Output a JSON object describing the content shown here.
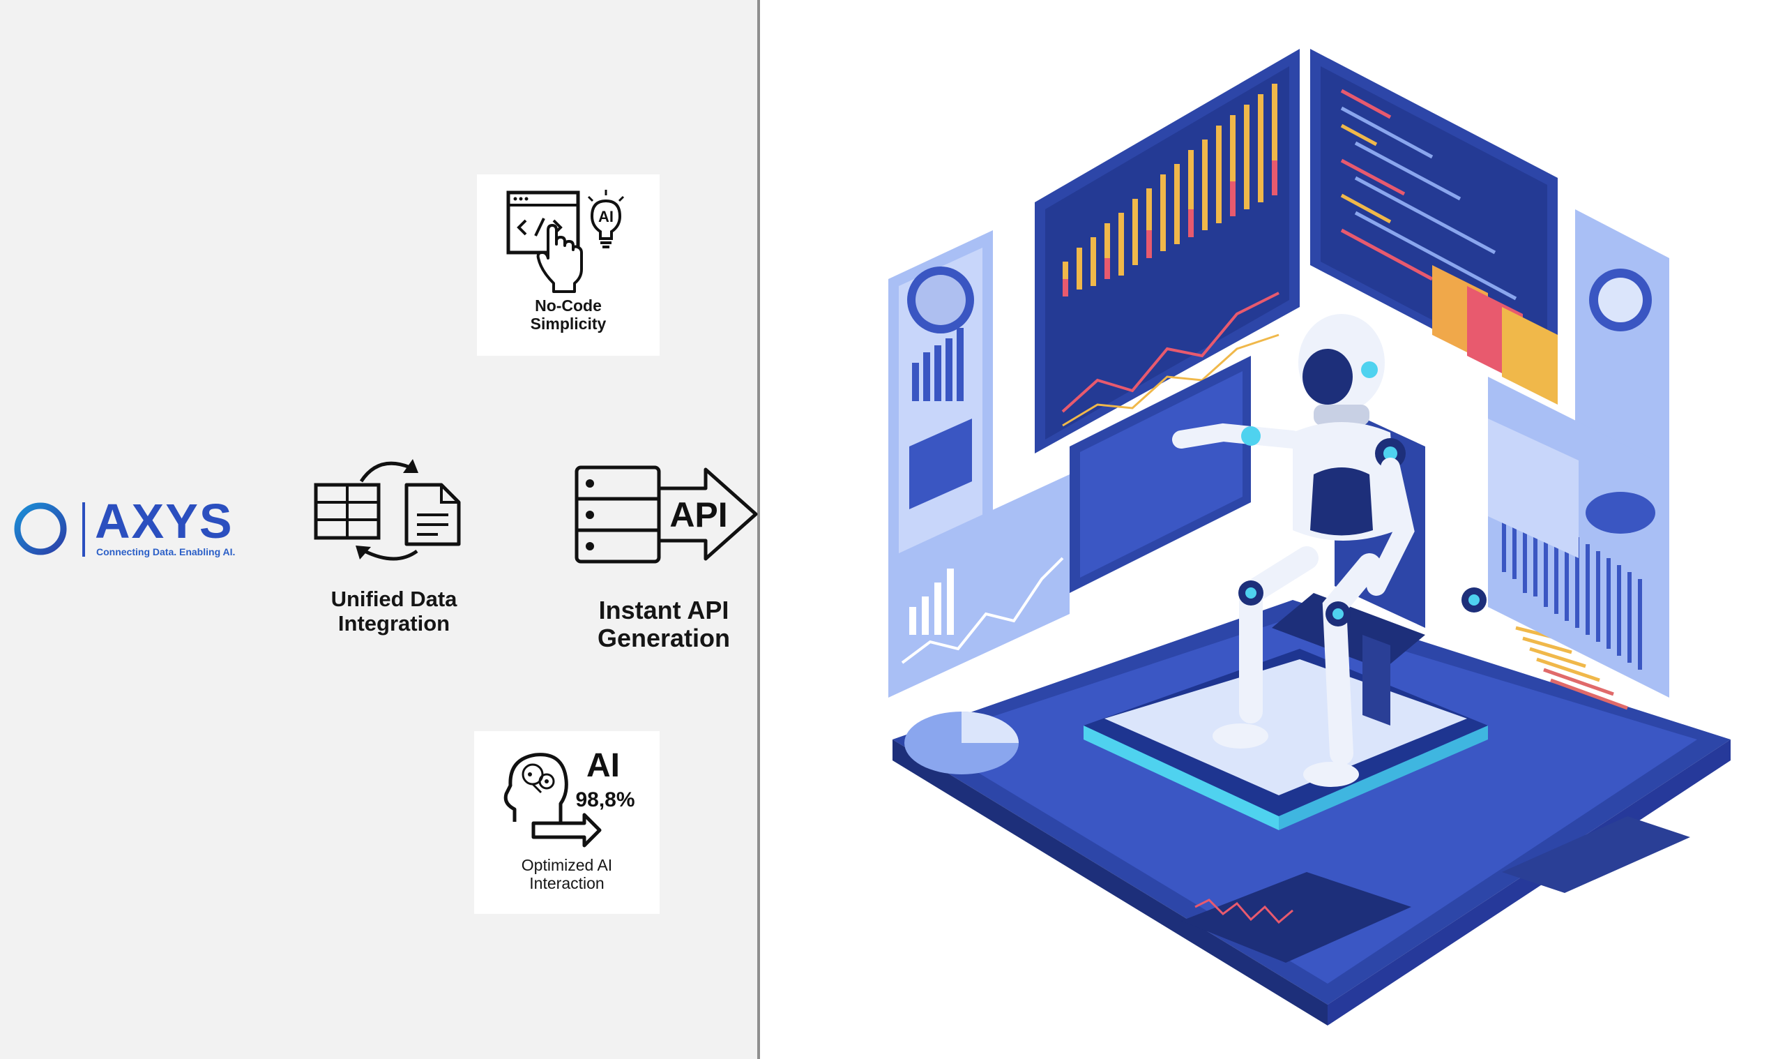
{
  "brand": {
    "name": "AXYS",
    "tagline": "Connecting Data. Enabling AI.",
    "color_primary": "#2b4fbf",
    "color_secondary": "#1b8fd6"
  },
  "features": {
    "no_code": {
      "line1": "No-Code",
      "line2": "Simplicity",
      "icon_badge": "AI"
    },
    "unified": {
      "line1": "Unified Data",
      "line2": "Integration"
    },
    "api": {
      "line1": "Instant API",
      "line2": "Generation",
      "icon_label": "API"
    },
    "optimized": {
      "line1": "Optimized AI",
      "line2": "Interaction",
      "icon_ai": "AI",
      "icon_percent": "98,8%"
    }
  },
  "icons": [
    "code-window-click-icon",
    "lightbulb-ai-icon",
    "table-grid-icon",
    "document-icon",
    "sync-arrows-icon",
    "server-stack-icon",
    "api-arrow-icon",
    "head-brain-icon",
    "right-arrow-icon"
  ],
  "illustration": {
    "subject": "robot-dashboard",
    "accent": "#3f5fcf"
  }
}
